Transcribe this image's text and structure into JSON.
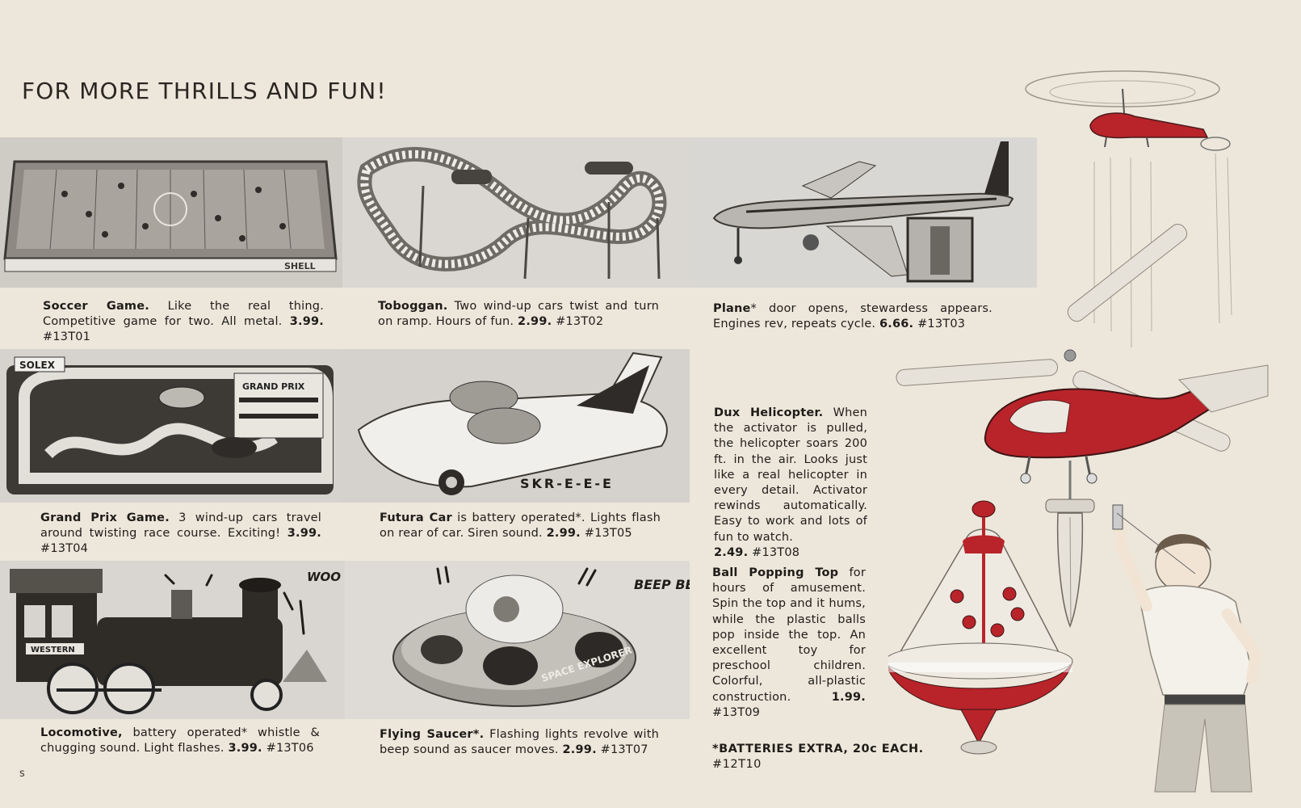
{
  "headline": "FOR MORE THRILLS AND FUN!",
  "page_mark": "s",
  "products": [
    {
      "name": "Soccer Game.",
      "text": "Like the real thing. Competitive game for two. All metal.",
      "price": "3.99.",
      "item": "#13T01"
    },
    {
      "name": "Toboggan.",
      "text": "Two wind-up cars twist and turn on ramp. Hours of fun.",
      "price": "2.99.",
      "item": "#13T02"
    },
    {
      "name": "Plane",
      "text": "* door opens, stewardess appears. Engines rev, repeats cycle.",
      "price": "6.66.",
      "item": "#13T03"
    },
    {
      "name": "Grand Prix Game.",
      "text": "3 wind-up cars travel around twisting race course. Exciting!",
      "price": "3.99.",
      "item": "#13T04"
    },
    {
      "name": "Futura Car",
      "text": "is battery operated*. Lights flash on rear of car. Siren sound.",
      "price": "2.99.",
      "item": "#13T05"
    },
    {
      "name": "Locomotive,",
      "text": "battery operated* whistle & chugging sound. Light flashes.",
      "price": "3.99.",
      "item": "#13T06"
    },
    {
      "name": "Flying Saucer*.",
      "text": "Flashing lights revolve with beep sound as saucer moves.",
      "price": "2.99.",
      "item": "#13T07"
    },
    {
      "name": "Dux Helicopter.",
      "text": "When the activator is pulled, the helicopter soars 200 ft. in the air. Looks just like a real helicopter in every detail. Activator rewinds automatically. Easy to work and lots of fun to watch.",
      "price": "2.49.",
      "item": "#13T08"
    },
    {
      "name": "Ball Popping Top",
      "text": "for hours of amusement. Spin the top and it hums, while the plastic balls pop inside the top. An excellent toy for preschool children. Colorful, all-plastic construction.",
      "price": "1.99.",
      "item": "#13T09"
    }
  ],
  "batteries_note": {
    "text": "*BATTERIES EXTRA, 20c EACH.",
    "item": "#12T10"
  },
  "photo_lettering": {
    "futura_sound": "SKR-E-E-E",
    "locomotive_sound": "WOO WOO",
    "saucer_sound": "BEEP BEEP",
    "loco_plate": "WESTERN",
    "saucer_label": "SPACE EXPLORER",
    "race_sign_1": "SOLEX",
    "race_sign_2": "GRAND PRIX",
    "soccer_sign": "SHELL"
  },
  "colors": {
    "paper": "#ede7db",
    "ink": "#1f1c19",
    "toy_red": "#b8242a"
  }
}
